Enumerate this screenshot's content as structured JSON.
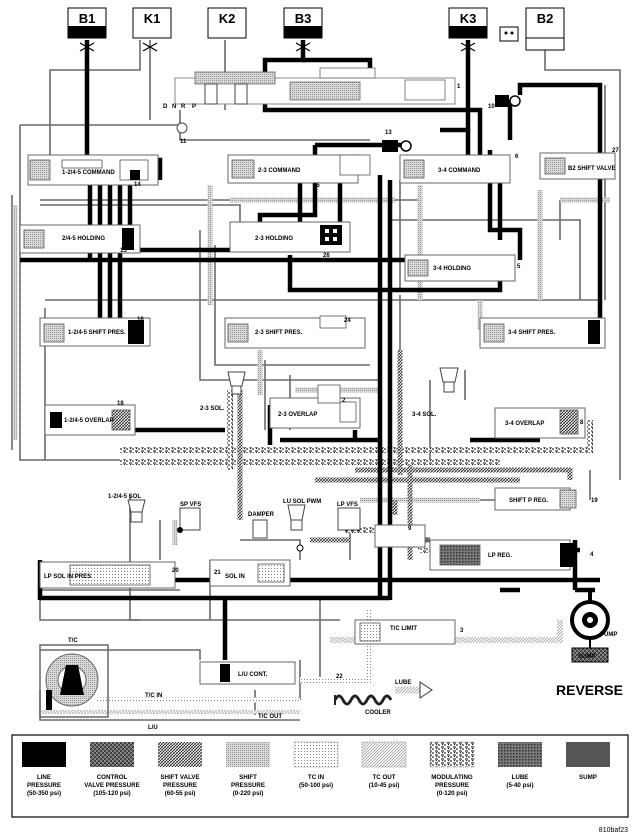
{
  "mode_label": "REVERSE",
  "figure_id": "810baf23",
  "top_boxes": [
    {
      "label": "B1",
      "pressurized": true
    },
    {
      "label": "K1",
      "pressurized": false
    },
    {
      "label": "K2",
      "pressurized": false
    },
    {
      "label": "B3",
      "pressurized": true
    },
    {
      "label": "K3",
      "pressurized": true
    },
    {
      "label": "B2",
      "pressurized": false
    }
  ],
  "gear_positions": [
    "D",
    "N",
    "R",
    "P"
  ],
  "valves": {
    "v124_5_command": "1-2/4-5 COMMAND",
    "v24_5_holding": "2/4-5 HOLDING",
    "v24_5_shift_pres": "1-2/4-5 SHIFT PRES.",
    "v24_5_overlap": "1-2/4-5 OVERLAP",
    "v23_command": "2-3 COMMAND",
    "v23_holding": "2-3 HOLDING",
    "v23_shift_pres": "2-3 SHIFT PRES.",
    "v23_overlap": "2-3 OVERLAP",
    "v34_command": "3-4 COMMAND",
    "v34_holding": "3-4 HOLDING",
    "v34_shift_pres": "3-4 SHIFT PRES.",
    "v34_overlap": "3-4 OVERLAP",
    "b2_shift_valve": "B2 SHIFT VALVE",
    "shift_p_reg": "SHIFT P REG.",
    "lp_reg": "LP REG.",
    "tc_limit": "T/C LIMIT",
    "lp_sol_in_pres": "LP SOL IN PRES",
    "sol_in": "SOL IN",
    "lu_cont": "L/U CONT."
  },
  "solenoids": {
    "s23": "2-3 SOL.",
    "s34": "3-4 SOL.",
    "s1245": "1-2/4-5 SOL",
    "sp_vfs": "SP VFS",
    "lu_sol": "LU SOL PWM",
    "lp_vfs": "LP VFS",
    "damper": "DAMPER"
  },
  "components": {
    "pump": "PUMP",
    "sump": "SUMP",
    "cooler": "COOLER",
    "lube": "LUBE",
    "tc": "T/C",
    "tc_in": "T/C IN",
    "tc_out": "T/C OUT",
    "lu": "L/U"
  },
  "callouts": [
    "1",
    "2",
    "3",
    "4",
    "5",
    "6",
    "7",
    "8",
    "9",
    "10",
    "11",
    "12",
    "13",
    "14",
    "15",
    "16",
    "18",
    "19",
    "20",
    "21",
    "22",
    "24",
    "25",
    "26",
    "27"
  ],
  "legend": [
    {
      "title": "LINE",
      "sub": "PRESSURE",
      "range": "(50-350 psi)"
    },
    {
      "title": "CONTROL",
      "sub": "VALVE PRESSURE",
      "range": "(105-120 psi)"
    },
    {
      "title": "SHIFT VALVE",
      "sub": "PRESSURE",
      "range": "(60-55 psi)"
    },
    {
      "title": "SHIFT",
      "sub": "PRESSURE",
      "range": "(0-220 psi)"
    },
    {
      "title": "TC IN",
      "sub": "",
      "range": "(50-100 psi)"
    },
    {
      "title": "TC OUT",
      "sub": "",
      "range": "(10-45 psi)"
    },
    {
      "title": "MODULATING",
      "sub": "PRESSURE",
      "range": "(0-120 psi)"
    },
    {
      "title": "LUBE",
      "sub": "",
      "range": "(5-40 psi)"
    },
    {
      "title": "SUMP",
      "sub": "",
      "range": ""
    }
  ]
}
